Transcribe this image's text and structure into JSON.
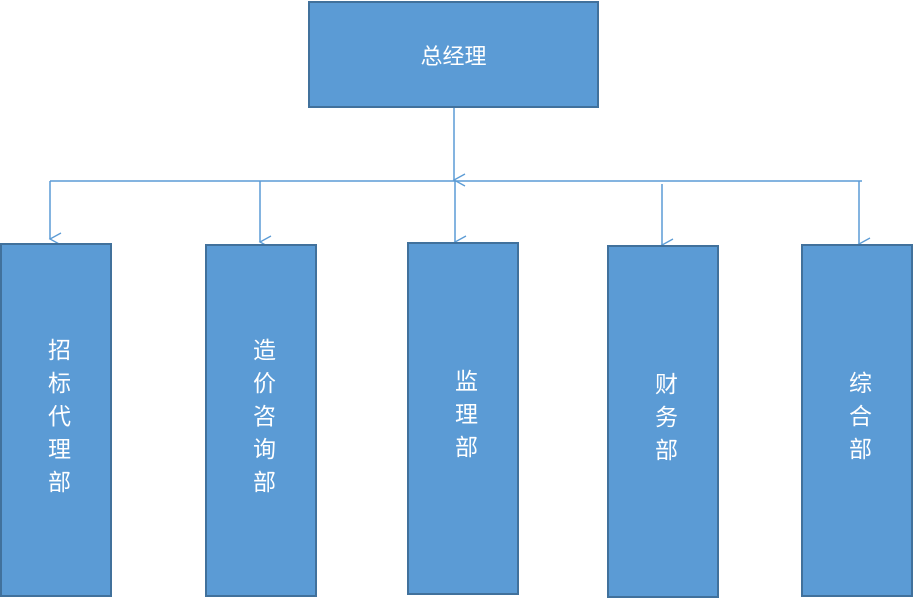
{
  "diagram": {
    "top_node": {
      "label": "总经理"
    },
    "departments": [
      {
        "label": "招标代理部"
      },
      {
        "label": "造价咨询部"
      },
      {
        "label": "监理部"
      },
      {
        "label": "财务部"
      },
      {
        "label": "综合部"
      }
    ],
    "colors": {
      "box_fill": "#5b9bd5",
      "box_border": "#41719c",
      "connector": "#5b9bd5",
      "text": "#ffffff"
    }
  }
}
